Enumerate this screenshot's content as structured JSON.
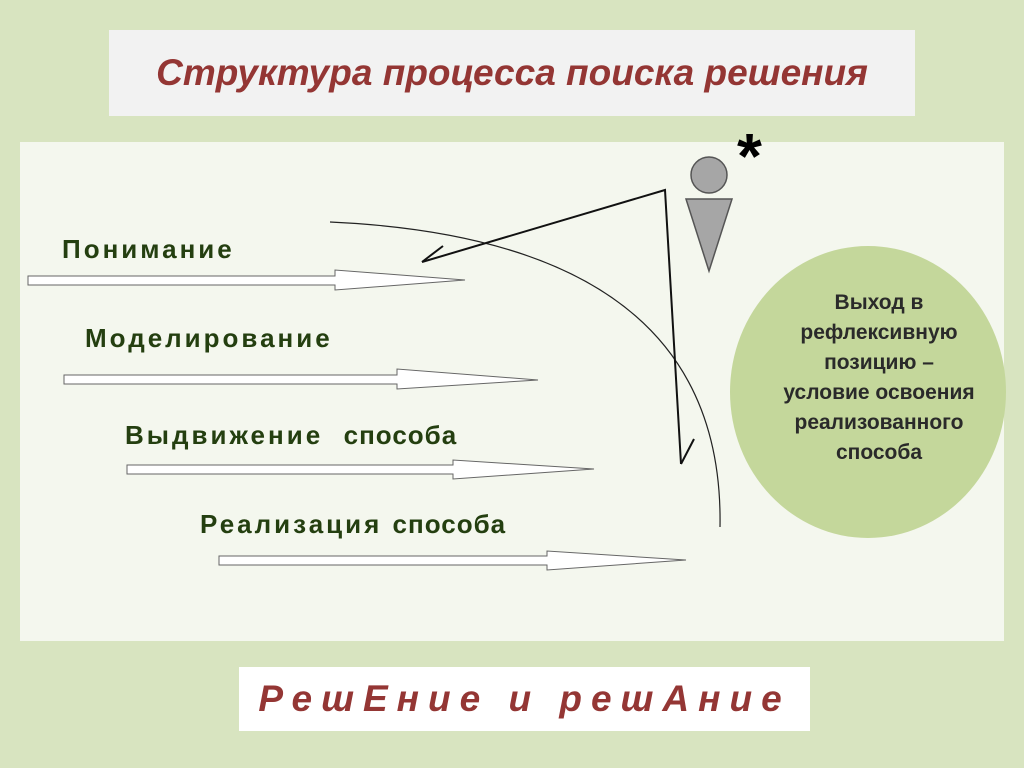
{
  "title": "Структура процесса поиска решения",
  "stages": [
    {
      "main": "Понимание",
      "rest": ""
    },
    {
      "main": "Моделирование",
      "rest": ""
    },
    {
      "main": "Выдвижение",
      "rest": "способа"
    },
    {
      "main": "Реализация",
      "rest": "способа"
    }
  ],
  "star": "*",
  "circle": {
    "lines": [
      "Выход в",
      "рефлексивную",
      "позицию –",
      "условие освоения",
      "реализованного",
      "способа"
    ]
  },
  "footer": "РешЕние  и  решАние",
  "colors": {
    "background": "#d8e4c0",
    "title": "#943634",
    "stage_text": "#243f10",
    "circle_fill": "#c4d79b",
    "figure": "#a6a6a6"
  },
  "icons": [
    "person-icon",
    "asterisk-icon"
  ]
}
